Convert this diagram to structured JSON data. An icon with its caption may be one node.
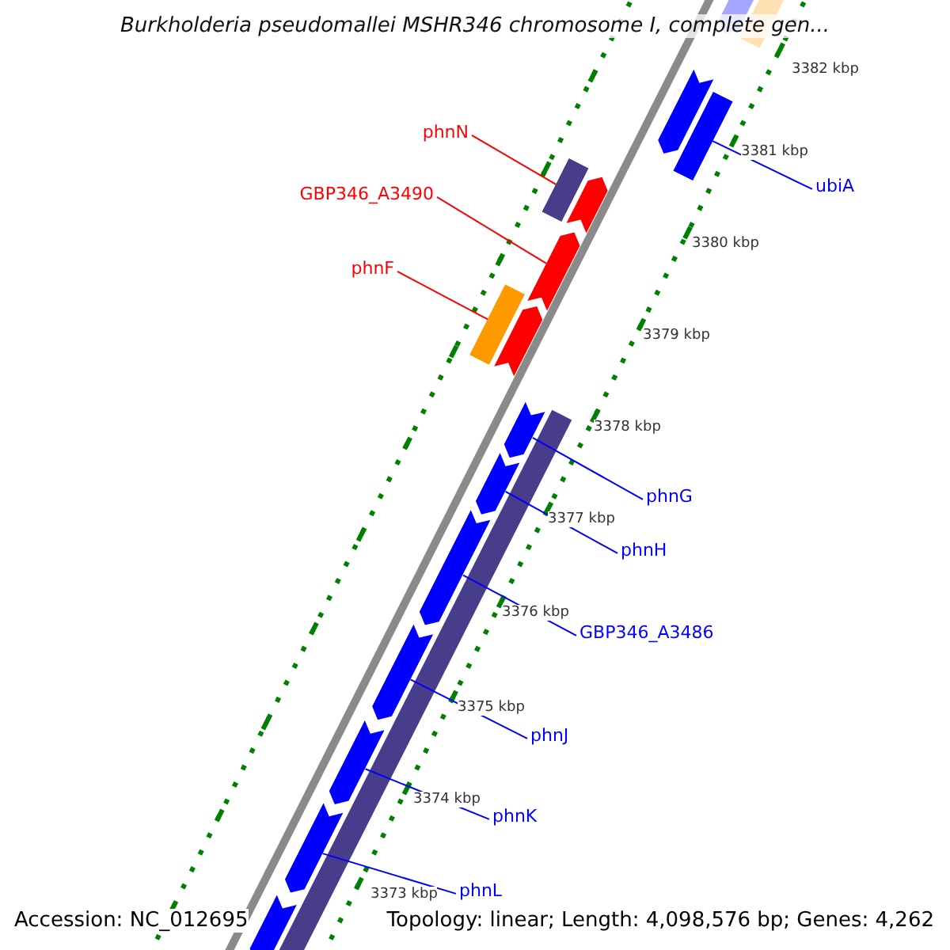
{
  "diagram": {
    "title": "Burkholderia pseudomallei MSHR346 chromosome I, complete gen...",
    "nodes": [
      {
        "text": [
          "phnN"
        ]
      },
      {
        "text": [
          "ubiA"
        ]
      },
      {
        "text": [
          "GBP346_A3490"
        ]
      },
      {
        "text": [
          "phnF"
        ]
      },
      {
        "text": [
          "phnG"
        ]
      },
      {
        "text": [
          "phnH"
        ]
      },
      {
        "text": [
          "GBP346_A3486"
        ]
      },
      {
        "text": [
          "phnJ"
        ]
      },
      {
        "text": [
          "phnK"
        ]
      },
      {
        "text": [
          "phnL"
        ]
      },
      {
        "text": [],
        "shape": "bar"
      },
      {
        "text": [],
        "shape": "bar"
      },
      {
        "text": [],
        "shape": "bar"
      },
      {
        "text": [],
        "shape": "bar"
      },
      {
        "text": [],
        "shape": "bar"
      },
      {
        "text": [],
        "shape": "bar"
      },
      {
        "text": [],
        "shape": "bar"
      },
      {
        "text": [],
        "shape": "bar"
      },
      {
        "text": [],
        "shape": "bar"
      },
      {
        "text": [],
        "shape": "bar"
      }
    ],
    "edges": [
      {
        "from": 0,
        "to": 10,
        "arrow": "none",
        "color": "#ff0000"
      },
      {
        "from": 1,
        "to": 11,
        "arrow": "none"
      },
      {
        "from": 2,
        "to": 12,
        "arrow": "none",
        "color": "#ff0000"
      },
      {
        "from": 3,
        "to": 13,
        "arrow": "none",
        "color": "#ff0000"
      },
      {
        "from": 4,
        "to": 14,
        "arrow": "none"
      },
      {
        "from": 5,
        "to": 15,
        "arrow": "none"
      },
      {
        "from": 6,
        "to": 16,
        "arrow": "none"
      },
      {
        "from": 7,
        "to": 17,
        "arrow": "none"
      },
      {
        "from": 8,
        "to": 18,
        "arrow": "none"
      },
      {
        "from": 9,
        "to": 19,
        "arrow": "none"
      }
    ],
    "labels": [
      "3382 kbp",
      "3381 kbp",
      "3380 kbp",
      "3379 kbp",
      "3378 kbp",
      "3377 kbp",
      "3376 kbp",
      "3375 kbp",
      "3374 kbp",
      "3373 kbp",
      "Accession: NC_012695",
      "Topology: linear; Length: 4,098,576 bp; Genes: 4,262"
    ]
  }
}
